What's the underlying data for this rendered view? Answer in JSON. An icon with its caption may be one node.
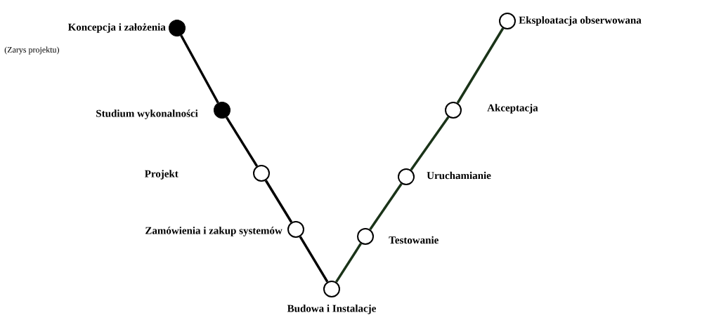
{
  "diagram": {
    "nodes": [
      {
        "text": [],
        "shape": "dot",
        "beside": [
          "Koncepcja i założenia",
          "(Zarys projektu)"
        ]
      },
      {
        "text": [],
        "shape": "dot",
        "beside": [
          "Studium wykonalności"
        ]
      },
      {
        "text": [],
        "shape": "circle"
      },
      {
        "text": [],
        "shape": "circle",
        "beside": [
          "Zamówienia i zakup systemów"
        ]
      },
      {
        "text": [],
        "shape": "circle",
        "beside": [
          "Budowa i Instalacje"
        ]
      },
      {
        "text": [],
        "shape": "circle",
        "beside": [
          "Testowanie"
        ]
      },
      {
        "text": [],
        "shape": "circle",
        "beside": [
          "Uruchamianie"
        ]
      },
      {
        "text": [],
        "shape": "circle",
        "beside": [
          "Akceptacja"
        ]
      },
      {
        "text": [],
        "shape": "circle",
        "beside": [
          "Eksploatacja obserwowana"
        ]
      }
    ],
    "edges": [
      {
        "from": 0,
        "to": 1,
        "arrow": "none"
      },
      {
        "from": 1,
        "to": 2,
        "arrow": "none"
      },
      {
        "from": 2,
        "to": 3,
        "arrow": "none"
      },
      {
        "from": 3,
        "to": 4,
        "arrow": "none"
      },
      {
        "from": 4,
        "to": 5,
        "arrow": "none",
        "color": "#1a3318"
      },
      {
        "from": 5,
        "to": 6,
        "arrow": "none",
        "color": "#1a3318"
      },
      {
        "from": 6,
        "to": 7,
        "arrow": "none",
        "color": "#1a3318"
      },
      {
        "from": 7,
        "to": 8,
        "arrow": "none",
        "color": "#1a3318"
      }
    ],
    "labels": [
      "Projekt"
    ]
  }
}
